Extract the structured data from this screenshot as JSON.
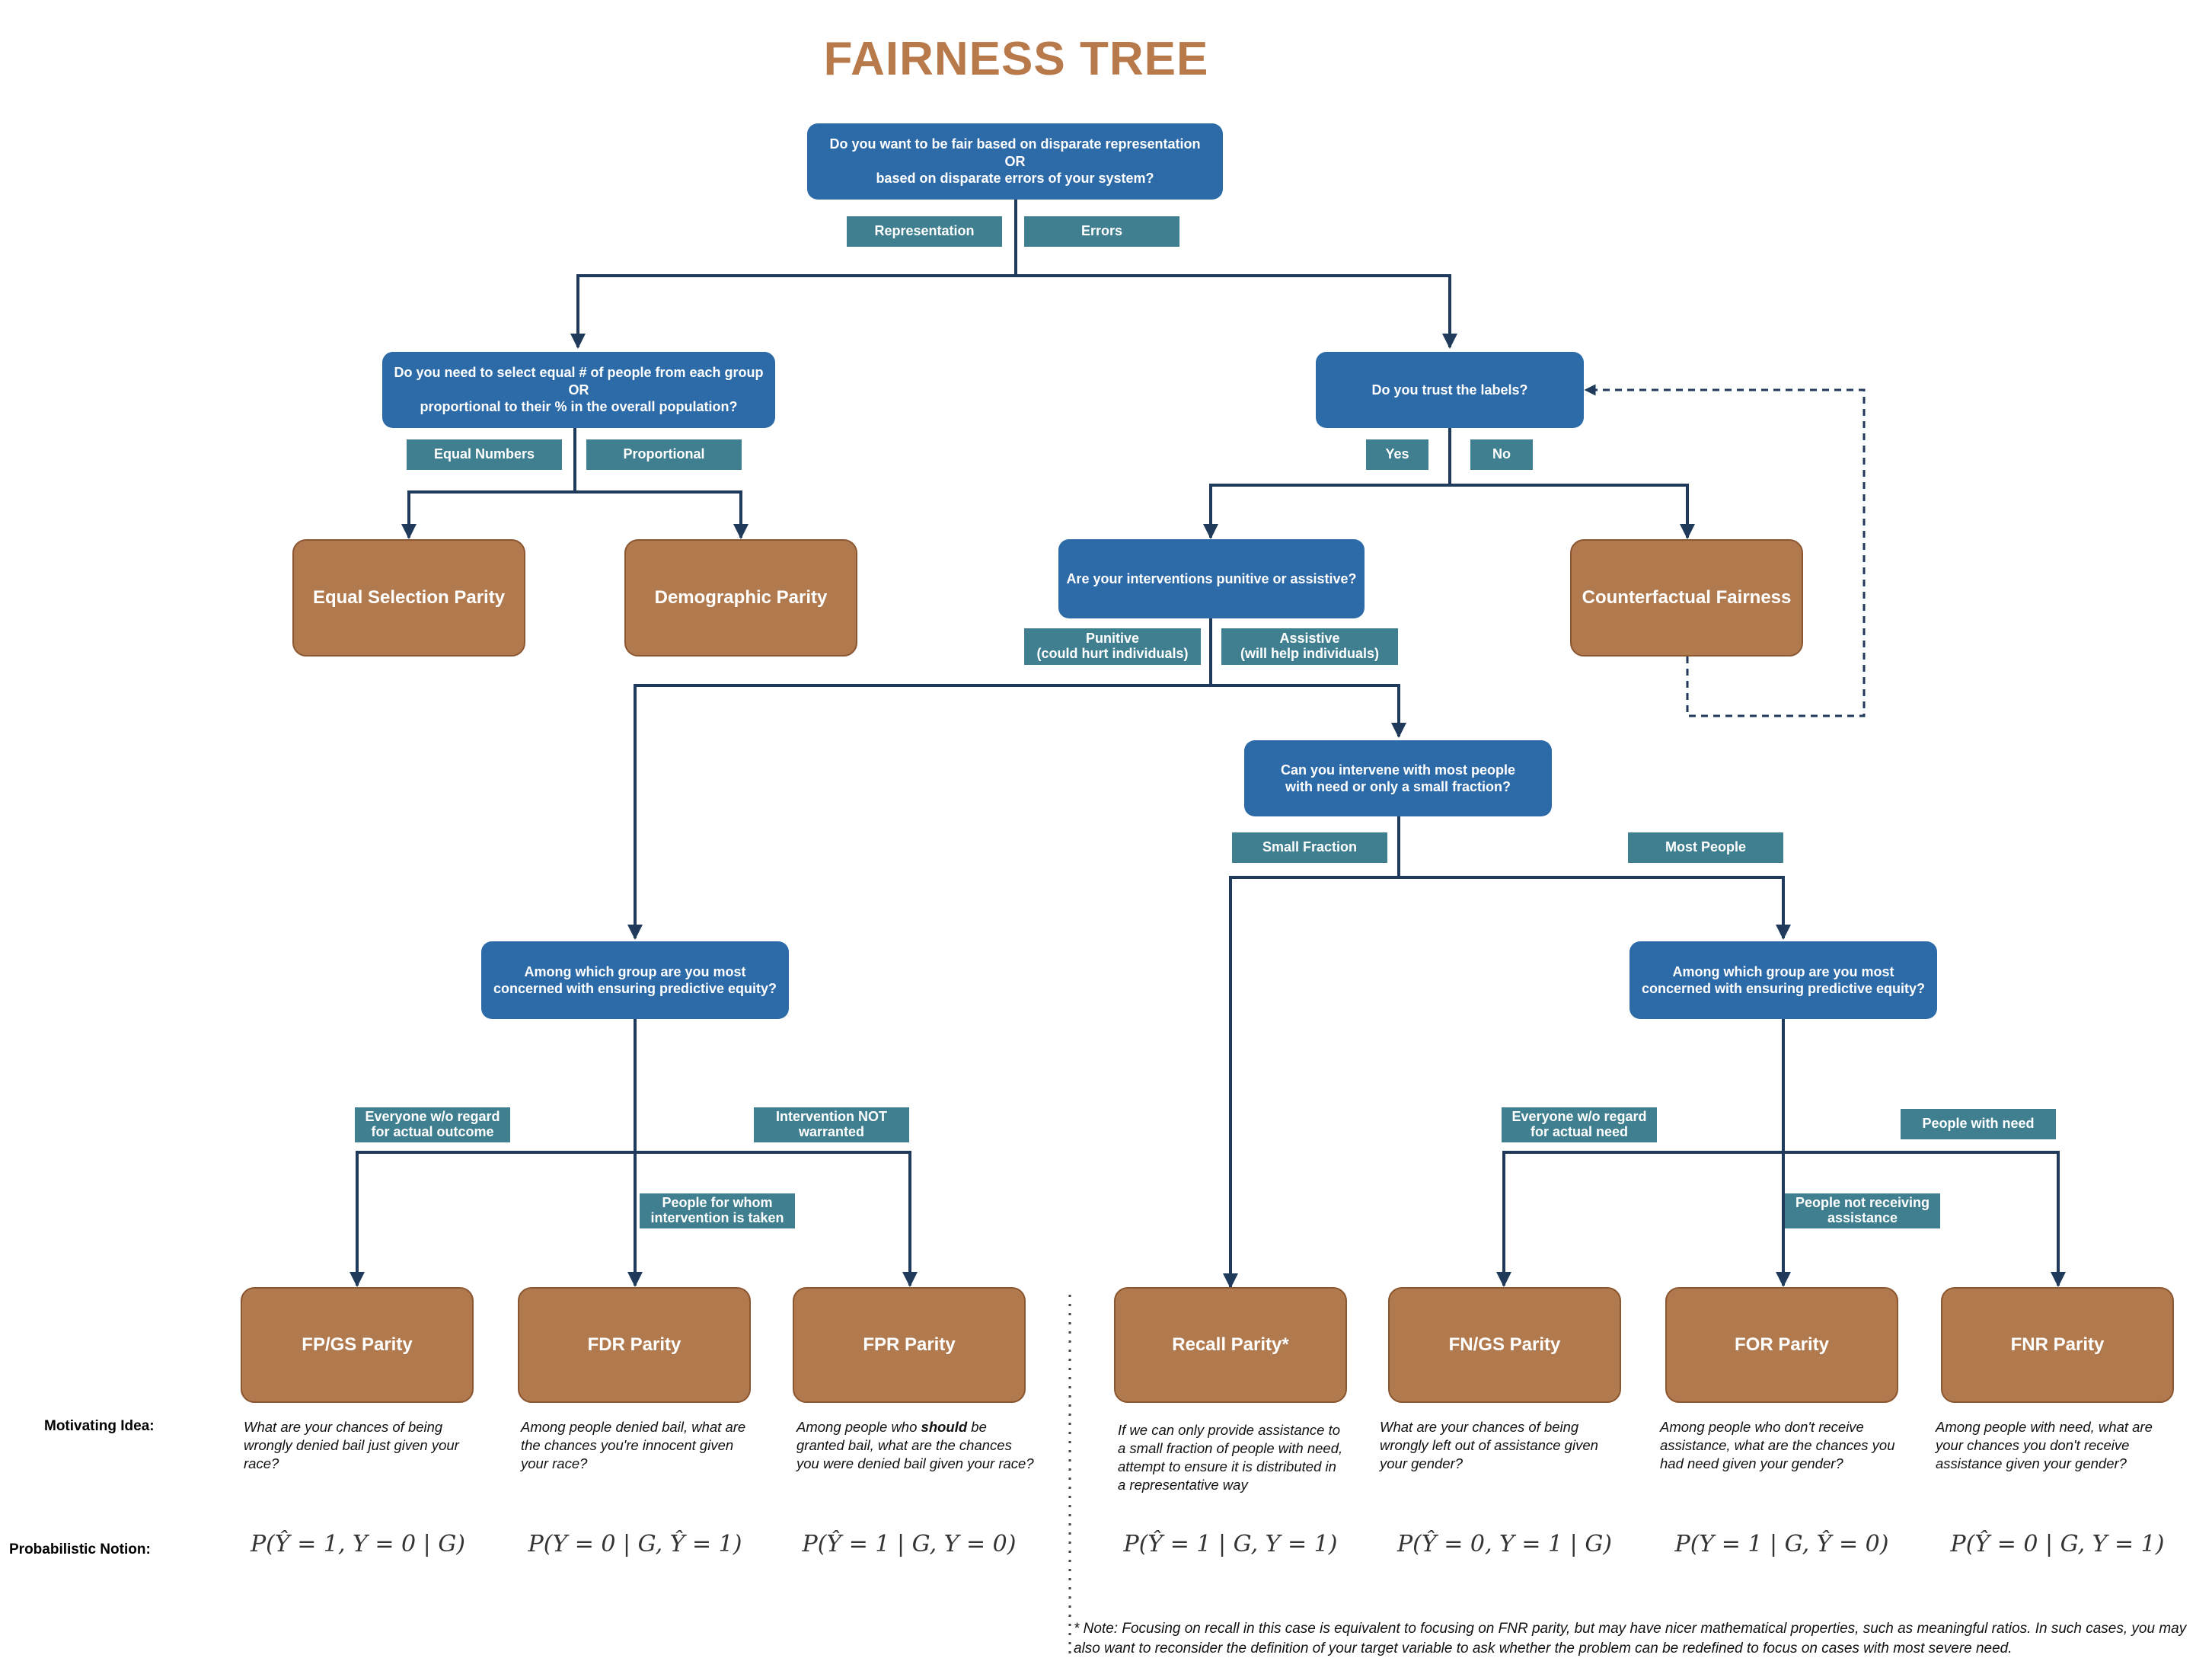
{
  "title": "FAIRNESS TREE",
  "questions": {
    "root": "Do you want to be fair based on disparate representation\nOR\nbased on disparate errors of your system?",
    "select": "Do you need to select equal # of people from each group\nOR\nproportional to their % in the overall population?",
    "trust": "Do you trust the labels?",
    "interventions": "Are your interventions punitive or assistive?",
    "fraction": "Can you intervene with most people\nwith need or only a small fraction?",
    "group_left": "Among which group are you most\nconcerned with ensuring predictive equity?",
    "group_right": "Among which group are you most\nconcerned with ensuring predictive equity?"
  },
  "tags": {
    "representation": "Representation",
    "errors": "Errors",
    "equal_numbers": "Equal Numbers",
    "proportional": "Proportional",
    "yes": "Yes",
    "no": "No",
    "punitive": "Punitive\n(could hurt individuals)",
    "assistive": "Assistive\n(will help individuals)",
    "small_fraction": "Small Fraction",
    "most_people": "Most People",
    "everyone_outcome": "Everyone w/o regard\nfor actual outcome",
    "intervention_not": "Intervention NOT\nwarranted",
    "people_for_whom": "People for whom\nintervention is taken",
    "everyone_need": "Everyone w/o regard\nfor actual need",
    "people_with_need": "People with need",
    "people_not_receiving": "People not receiving\nassistance"
  },
  "outcomes": {
    "equal_selection": "Equal Selection Parity",
    "demographic": "Demographic Parity",
    "counterfactual": "Counterfactual Fairness",
    "fpgs": "FP/GS Parity",
    "fdr": "FDR Parity",
    "fpr": "FPR Parity",
    "recall": "Recall Parity*",
    "fngs": "FN/GS Parity",
    "for": "FOR Parity",
    "fnr": "FNR Parity"
  },
  "row_labels": {
    "motivating": "Motivating Idea:",
    "probabilistic": "Probabilistic Notion:"
  },
  "ideas": {
    "fpgs": "What are your chances of being wrongly denied bail just given your race?",
    "fdr": "Among people denied bail, what are the chances you're innocent given your race?",
    "fpr_pre": "Among people who ",
    "fpr_bold": "should",
    "fpr_post": " be granted bail, what are the chances you were denied bail given your race?",
    "recall": "If we can only provide assistance to a small fraction of people with need, attempt to ensure it is distributed in a representative way",
    "fngs": "What are your chances of being wrongly left out of assistance given your gender?",
    "for": "Among people who don't receive assistance, what are the chances you had need given your gender?",
    "fnr": "Among people with need, what are your chances you don't receive assistance given your gender?"
  },
  "formulas": {
    "fpgs": "P(Ŷ = 1, Y = 0 | G)",
    "fdr": "P(Y = 0 | G, Ŷ = 1)",
    "fpr": "P(Ŷ = 1 | G, Y = 0)",
    "recall": "P(Ŷ = 1 | G, Y = 1)",
    "fngs": "P(Ŷ = 0, Y = 1 | G)",
    "for": "P(Y = 1 | G, Ŷ = 0)",
    "fnr": "P(Ŷ = 0 | G, Y = 1)"
  },
  "note": "* Note: Focusing on recall in this case is equivalent to focusing on FNR parity, but may have nicer mathematical properties, such as meaningful ratios. In such cases, you may also want to reconsider the definition of your target variable to ask whether the problem can be redefined to focus on cases with most severe need.",
  "colors": {
    "question": "#2C6AA8",
    "tag": "#3F7F8F",
    "leaf": "#B17A4E",
    "title": "#B87A4B",
    "line": "#1F3A5A"
  }
}
